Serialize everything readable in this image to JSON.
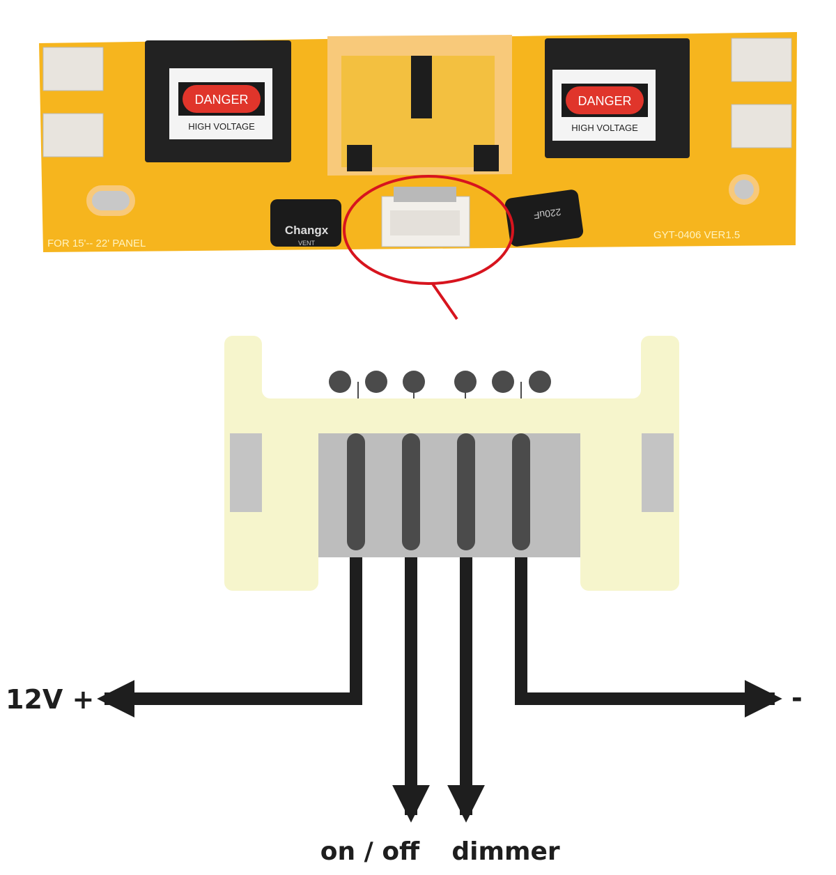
{
  "photo": {
    "warning_label_title": "DANGER",
    "warning_label_subtitle": "HIGH VOLTAGE",
    "panel_size_text": "FOR 15'-- 22' PANEL",
    "board_model_text": "GYT-0406 VER1.5",
    "capacitor_brand": "Changx",
    "capacitor_sub": "VENT",
    "capacitor_value": "220uF",
    "colors": {
      "board": "#f5b81c",
      "highlight_circle": "#d7141e",
      "danger": "#e0352b"
    }
  },
  "diagram": {
    "labels": {
      "vcc": "12V +",
      "ground": "-",
      "enable": "on / off",
      "dimmer": "dimmer"
    },
    "colors": {
      "housing": "#f6f5cc",
      "body": "#bdbdbd",
      "pin": "#4b4b4b",
      "wire": "#1e1e1e"
    }
  }
}
